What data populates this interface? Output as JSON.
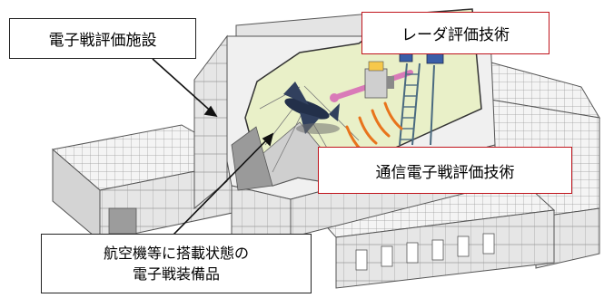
{
  "labels": {
    "facility": "電子戦評価施設",
    "radar": "レーダ評価技術",
    "comm": "通信電子戦評価技術",
    "equipment_line1": "航空機等に搭載状態の",
    "equipment_line2": "電子戦装備品"
  },
  "colors": {
    "callout_border_red": "#c0141c",
    "callout_border_black": "#222222",
    "chamber_interior": "#e9f0c8",
    "building_shade": "#d8d8d8",
    "building_light": "#f2f2f2",
    "signal_arc": "#e8741c",
    "beam": "#d97ab8"
  },
  "icons": [
    "aircraft-icon",
    "radar-antenna-icon",
    "tower-ladder-icon"
  ]
}
